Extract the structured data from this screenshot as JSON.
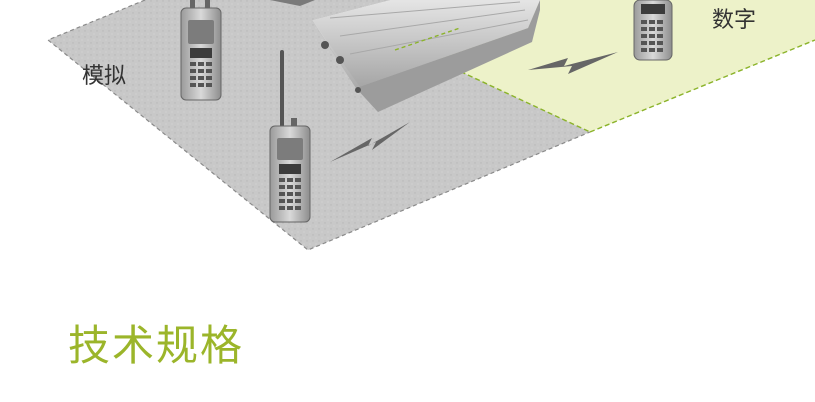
{
  "diagram": {
    "zones": {
      "analog": {
        "label": "模拟",
        "fill": "#c9c9c9"
      },
      "digital": {
        "label": "数字",
        "fill": "#edf2c9"
      }
    },
    "boundary_color": "#8bb32a"
  },
  "section": {
    "title": "技术规格",
    "color": "#9bb52a"
  }
}
